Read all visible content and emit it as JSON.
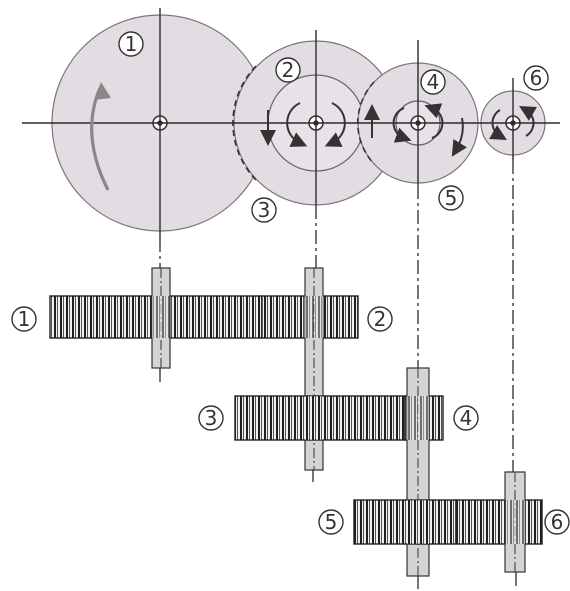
{
  "gear_labels": {
    "g1": "1",
    "g2": "2",
    "g3": "3",
    "g4": "4",
    "g5": "5",
    "g6": "6"
  },
  "colors": {
    "gear_fill": "#e2dde2",
    "line": "#2b2b2b",
    "arrow": "#808080",
    "gear_stripe_dark": "#1c1c1c",
    "gear_stripe_light": "#f2f2f2",
    "shaft": "#cfcfcf"
  }
}
